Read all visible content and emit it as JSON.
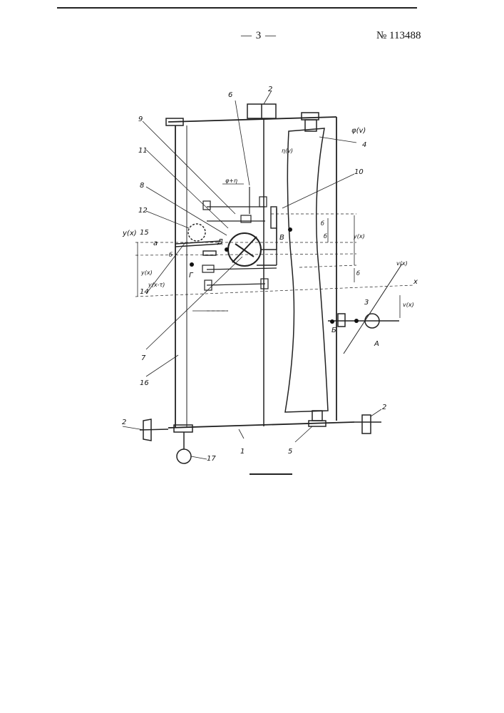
{
  "header": {
    "page_number": "— 3 —",
    "patent_number": "№ 113488"
  },
  "diagram": {
    "labels": {
      "n1": "1",
      "n2a": "2",
      "n2b": "2",
      "n2c": "2",
      "n3": "3",
      "n4": "4",
      "n5": "5",
      "n6": "6",
      "n7": "7",
      "n8": "8",
      "n9": "9",
      "n10": "10",
      "n11": "11",
      "n12": "12",
      "n14": "14",
      "n15": "15",
      "n16": "16",
      "n17": "17",
      "A": "А",
      "B": "Б",
      "V": "В",
      "G": "Г",
      "D": "Д",
      "a": "a",
      "b1": "б",
      "b2": "б",
      "b3": "б",
      "b4": "б",
      "phi_v": "φ(v)",
      "eta_v": "η(v)",
      "phi_eta": "φ+η",
      "yx_left": "y(x)",
      "yx_mid": "y(x)",
      "yx_top": "y(x)",
      "yx_tau": "y(x-τ)",
      "vx": "v(x)",
      "v_x_top": "v(x)",
      "x_axis": "x"
    }
  }
}
